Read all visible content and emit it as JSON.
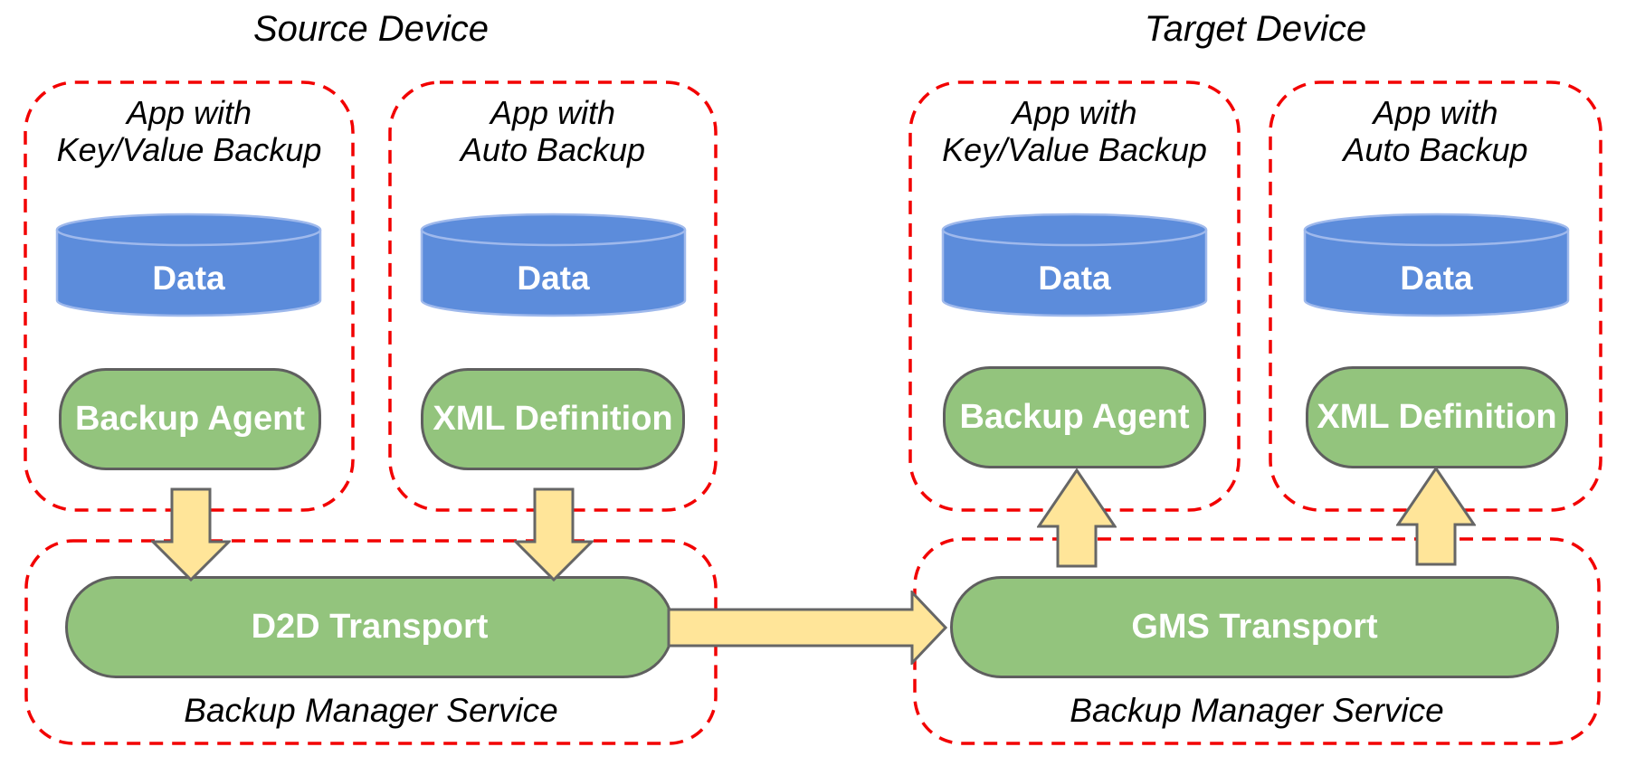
{
  "diagram": {
    "type": "architecture-diagram",
    "subject": "Android backup data flow from a source device to a target device"
  },
  "colors": {
    "background": "#ffffff",
    "app_box_border": "#F20000",
    "data_store_fill": "#5C8CDB",
    "data_store_stroke": "#9FB9EC",
    "component_fill": "#93C47D",
    "component_stroke": "#5F5F5F",
    "arrow_fill": "#FFE599",
    "arrow_stroke": "#666666",
    "text": "#000000",
    "text_on_fill": "#ffffff"
  },
  "device_groups": {
    "source": {
      "title": "Source Device",
      "service_label": "Backup Manager Service",
      "transport_label": "D2D Transport",
      "apps": {
        "keyvalue": {
          "title_line1": "App with",
          "title_line2": "Key/Value Backup",
          "data_label": "Data",
          "component_label": "Backup Agent"
        },
        "auto": {
          "title_line1": "App with",
          "title_line2": "Auto Backup",
          "data_label": "Data",
          "component_label": "XML Definition"
        }
      }
    },
    "target": {
      "title": "Target Device",
      "service_label": "Backup Manager Service",
      "transport_label": "GMS Transport",
      "apps": {
        "keyvalue": {
          "title_line1": "App with",
          "title_line2": "Key/Value Backup",
          "data_label": "Data",
          "component_label": "Backup Agent"
        },
        "auto": {
          "title_line1": "App with",
          "title_line2": "Auto Backup",
          "data_label": "Data",
          "component_label": "XML Definition"
        }
      }
    }
  },
  "connections": [
    {
      "id": "source-backup-agent-to-d2d",
      "direction": "down",
      "from": "Backup Agent (source)",
      "to": "D2D Transport"
    },
    {
      "id": "source-xml-definition-to-d2d",
      "direction": "down",
      "from": "XML Definition (source)",
      "to": "D2D Transport"
    },
    {
      "id": "d2d-to-gms",
      "direction": "right",
      "from": "D2D Transport",
      "to": "GMS Transport"
    },
    {
      "id": "gms-to-target-backup-agent",
      "direction": "up",
      "from": "GMS Transport",
      "to": "Backup Agent (target)"
    },
    {
      "id": "gms-to-target-xml-definition",
      "direction": "up",
      "from": "GMS Transport",
      "to": "XML Definition (target)"
    }
  ]
}
